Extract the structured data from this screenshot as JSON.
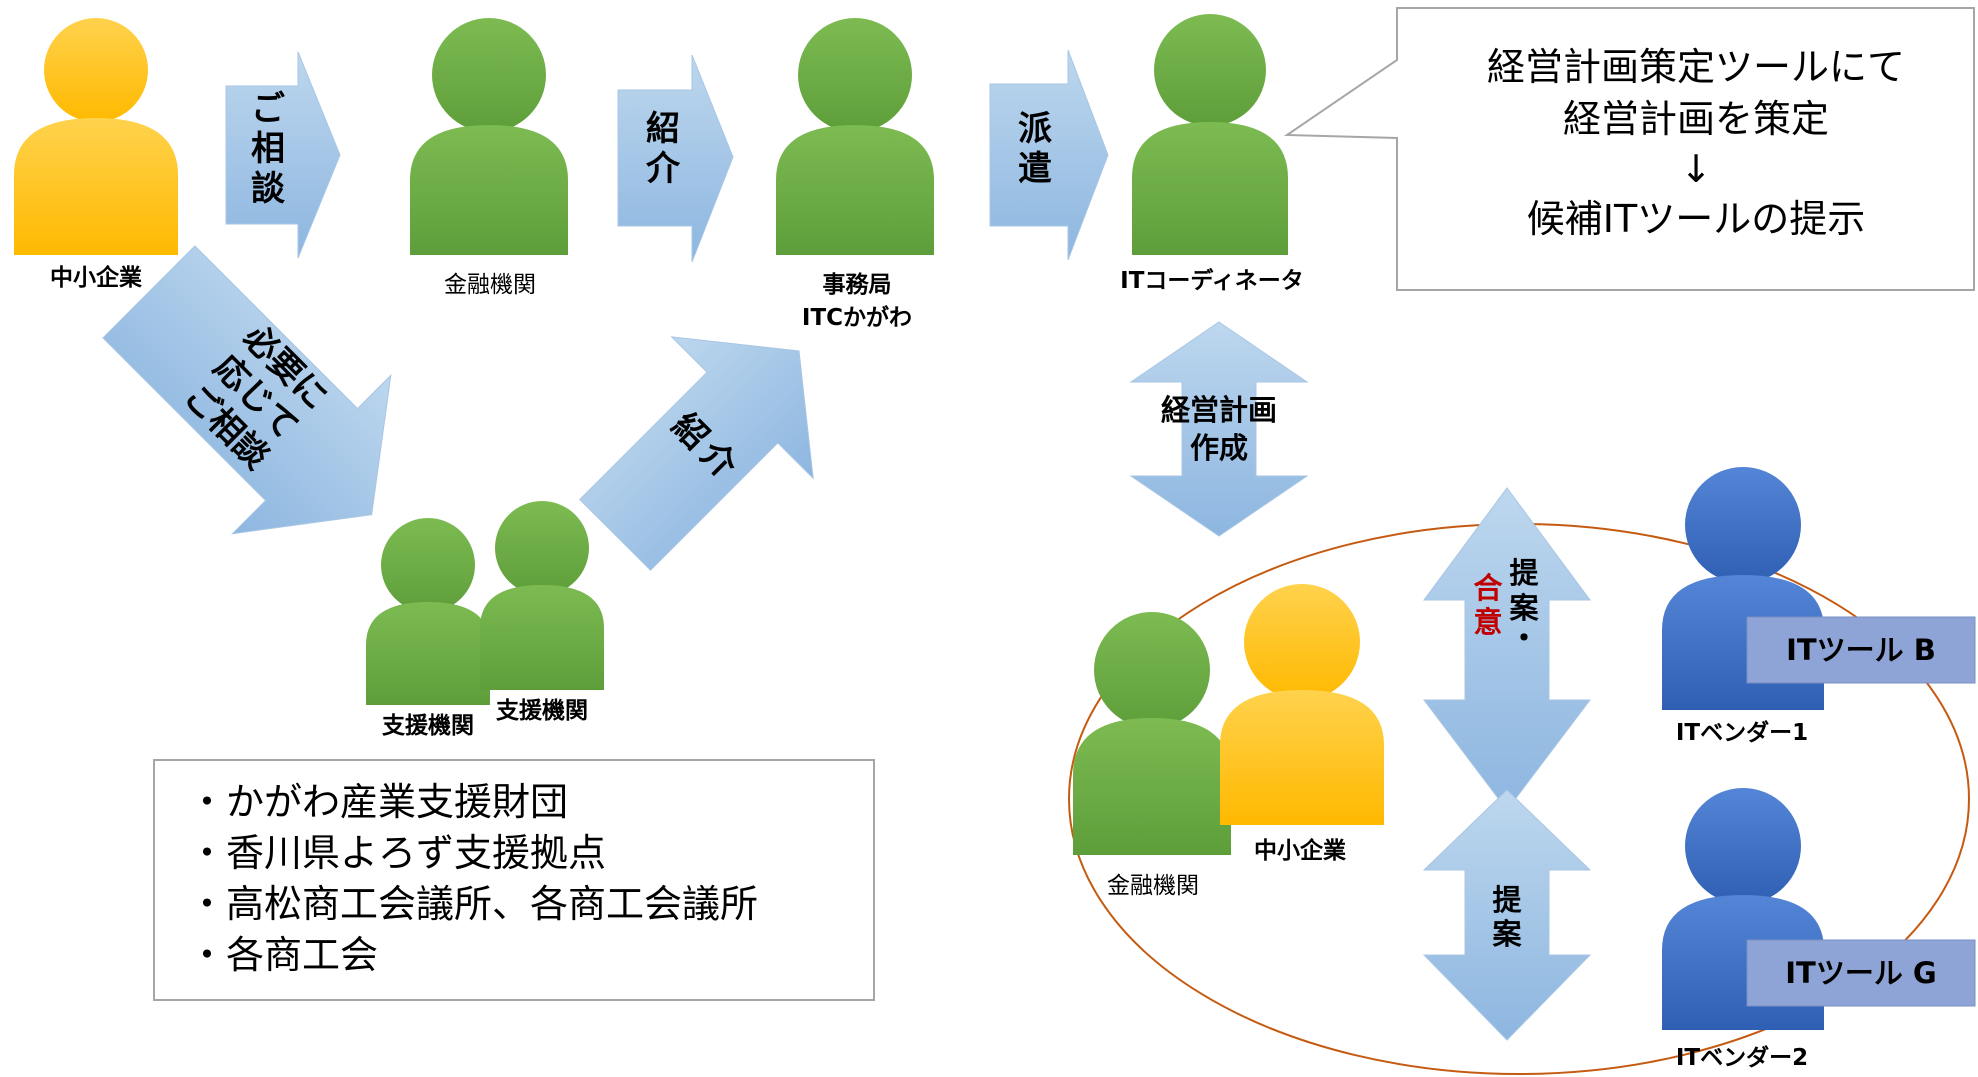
{
  "colors": {
    "person_yellow": "#FFC000",
    "person_green": "#70AD47",
    "person_blue": "#4472C4",
    "arrow_fill": "#9DC3E6",
    "ellipse_stroke": "#C55A11",
    "tool_box_fill": "#8EA3D6",
    "agree_red": "#C00000"
  },
  "people": {
    "sme_top": "中小企業",
    "bank_top": "金融機関",
    "secretariat_line1": "事務局",
    "secretariat_line2": "ITCかがわ",
    "coordinator": "ITコーディネータ",
    "support1": "支援機関",
    "support2": "支援機関",
    "bank_bottom": "金融機関",
    "sme_bottom": "中小企業",
    "vendor1": "ITベンダー1",
    "vendor2": "ITベンダー2"
  },
  "arrows": {
    "consult": [
      "ご",
      "相",
      "談"
    ],
    "intro1": [
      "紹",
      "介"
    ],
    "dispatch": [
      "派",
      "遣"
    ],
    "consult_as_needed": [
      "必要に",
      "応じて",
      "ご相談"
    ],
    "intro2": [
      "紹",
      "介"
    ],
    "plan_line1": "経営計画",
    "plan_line2": "作成",
    "propose_agree_col1": [
      "提",
      "案",
      "・"
    ],
    "propose_agree_col2": [
      "合",
      "意"
    ],
    "propose": [
      "提",
      "案"
    ]
  },
  "callout": {
    "line1": "経営計画策定ツールにて",
    "line2": "経営計画を策定",
    "arrow": "↓",
    "line3": "候補ITツールの提示"
  },
  "support_list": [
    "・かがわ産業支援財団",
    "・香川県よろず支援拠点",
    "・高松商工会議所、各商工会議所",
    "・各商工会"
  ],
  "tools": {
    "tool_b": "ITツール B",
    "tool_g": "ITツール G"
  }
}
